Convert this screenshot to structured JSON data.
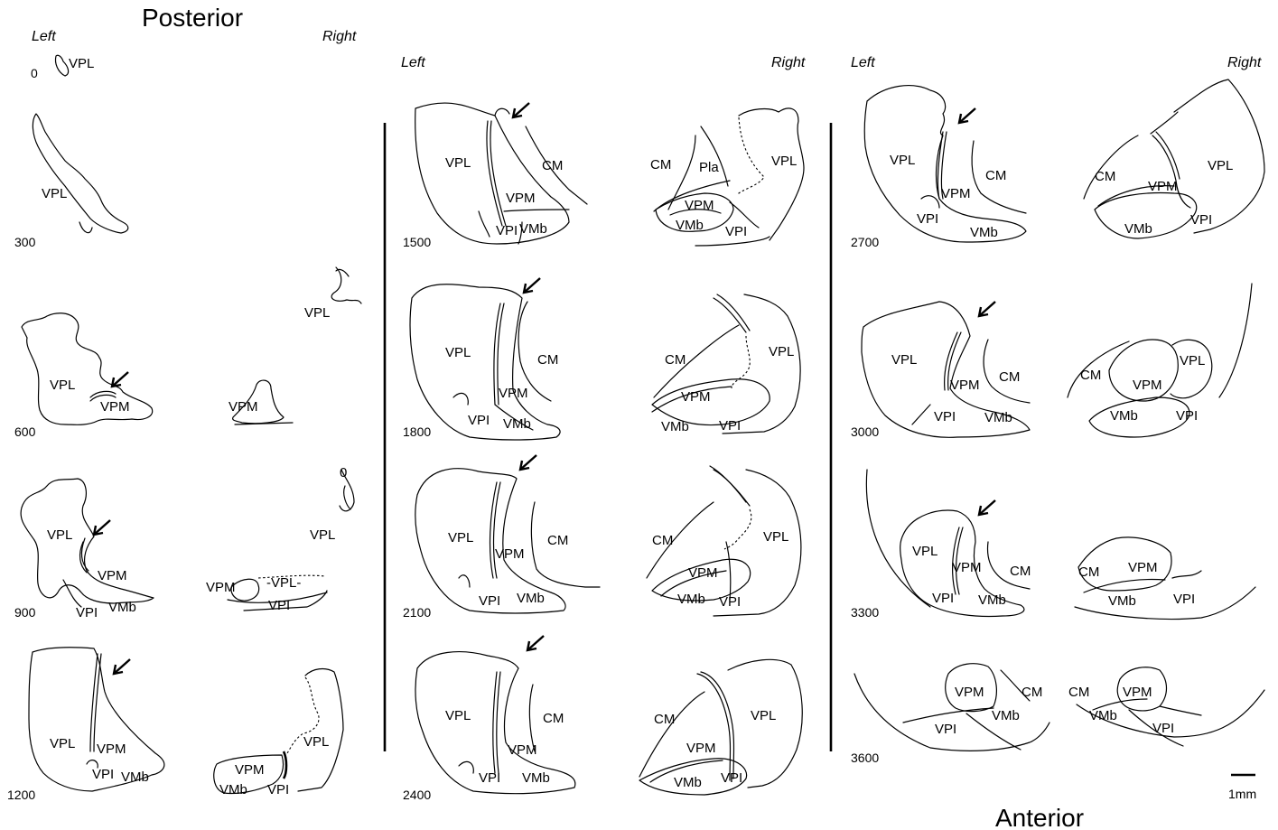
{
  "headings": {
    "posterior": "Posterior",
    "anterior": "Anterior"
  },
  "sides": {
    "left": "Left",
    "right": "Right"
  },
  "scale_bar": "1mm",
  "depths": [
    "0",
    "300",
    "600",
    "900",
    "1200",
    "1500",
    "1800",
    "2100",
    "2400",
    "2700",
    "3000",
    "3300",
    "3600"
  ],
  "nuclei": {
    "vpl": "VPL",
    "vpm": "VPM",
    "vpi": "VPI",
    "vmb": "VMb",
    "cm": "CM",
    "pla": "Pla",
    "o": "0"
  },
  "dash_vpl": "-VPL-"
}
